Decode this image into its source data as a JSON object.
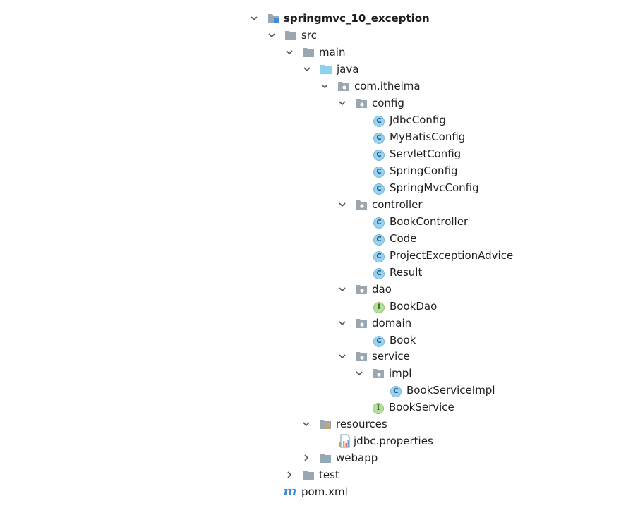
{
  "tree": {
    "root": {
      "label": "springmvc_10_exception"
    },
    "src": {
      "label": "src"
    },
    "main": {
      "label": "main"
    },
    "java": {
      "label": "java"
    },
    "package": {
      "label": "com.itheima"
    },
    "config": {
      "label": "config",
      "items": [
        "JdbcConfig",
        "MyBatisConfig",
        "ServletConfig",
        "SpringConfig",
        "SpringMvcConfig"
      ]
    },
    "controller": {
      "label": "controller",
      "items": [
        "BookController",
        "Code",
        "ProjectExceptionAdvice",
        "Result"
      ]
    },
    "dao": {
      "label": "dao",
      "items": [
        "BookDao"
      ]
    },
    "domain": {
      "label": "domain",
      "items": [
        "Book"
      ]
    },
    "service": {
      "label": "service",
      "impl": {
        "label": "impl",
        "items": [
          "BookServiceImpl"
        ]
      },
      "items": [
        "BookService"
      ]
    },
    "resources": {
      "label": "resources",
      "items": [
        "jdbc.properties"
      ]
    },
    "webapp": {
      "label": "webapp"
    },
    "test": {
      "label": "test"
    },
    "pom": {
      "label": "pom.xml"
    }
  },
  "colors": {
    "folder_gray": "#9aa7b0",
    "folder_blue": "#8fd0ec",
    "class_icon": "#9cd2ef",
    "interface_icon": "#b7dca0",
    "maven_m": "#3a8fd6"
  },
  "icons": {
    "expanded": "chevron-down-icon",
    "collapsed": "chevron-right-icon",
    "module": "module-folder-icon",
    "folder": "folder-icon",
    "source_root": "source-root-folder-icon",
    "package": "package-folder-icon",
    "resources": "resources-folder-icon",
    "web": "web-folder-icon",
    "class": "class-icon",
    "interface": "interface-icon",
    "properties": "properties-file-icon",
    "maven": "maven-icon"
  }
}
